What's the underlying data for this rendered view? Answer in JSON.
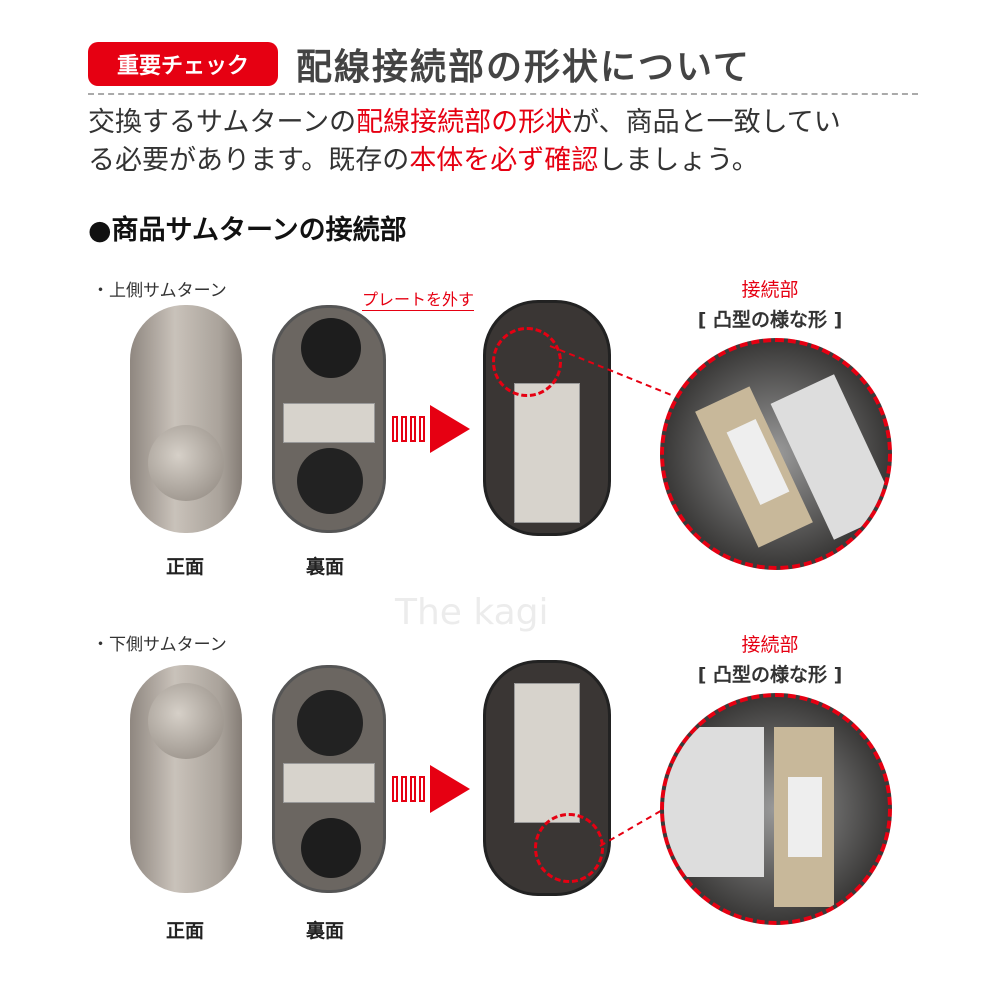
{
  "header": {
    "badge": "重要チェック",
    "title": "配線接続部の形状について"
  },
  "intro": {
    "p1": "交換するサムターンの",
    "p1_red": "配線接続部の形状",
    "p1_b": "が、商品と一致してい",
    "p2": "る必要があります。既存の",
    "p2_red": "本体を必ず確認",
    "p2_b": "しましょう。"
  },
  "section_title": "●商品サムターンの接続部",
  "upper": {
    "label": "・上側サムターン",
    "front": "正面",
    "back": "裏面",
    "note": "プレートを外す",
    "connector": "接続部",
    "shape": "[ 凸型の様な形 ]"
  },
  "lower": {
    "label": "・下側サムターン",
    "front": "正面",
    "back": "裏面",
    "connector": "接続部",
    "shape": "[ 凸型の様な形 ]"
  },
  "watermark": "The kagi",
  "colors": {
    "accent": "#e60012",
    "text": "#333333"
  }
}
